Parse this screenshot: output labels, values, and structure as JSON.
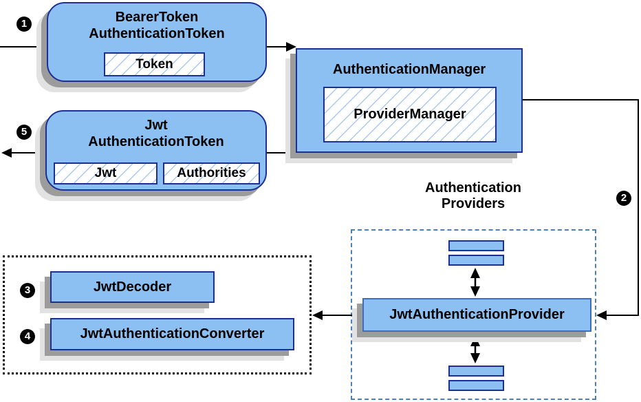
{
  "diagram": {
    "steps": {
      "s1": "1",
      "s2": "2",
      "s3": "3",
      "s4": "4",
      "s5": "5"
    },
    "bearer_box": {
      "line1": "BearerToken",
      "line2": "AuthenticationToken",
      "token": "Token"
    },
    "manager_box": {
      "title": "AuthenticationManager",
      "inner": "ProviderManager"
    },
    "jwt_box": {
      "line1": "Jwt",
      "line2": "AuthenticationToken",
      "jwt": "Jwt",
      "authorities": "Authorities"
    },
    "providers": {
      "label_line1": "Authentication",
      "label_line2": "Providers",
      "provider": "JwtAuthenticationProvider"
    },
    "decoder_label": "JwtDecoder",
    "converter_label": "JwtAuthenticationConverter",
    "colors": {
      "node_fill": "#8cc0f2",
      "node_border": "#1b2f94",
      "hatch_line": "#a9c9f0",
      "providers_dash_border": "#4a80c0",
      "dotted_border": "#000000",
      "shadow_dark": "#9c9c9c",
      "shadow_light": "#e2e2e2",
      "connector": "#000000",
      "badge_bg": "#000000",
      "badge_text": "#ffffff"
    }
  }
}
